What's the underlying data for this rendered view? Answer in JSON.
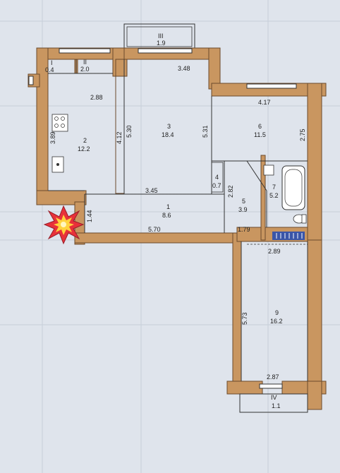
{
  "rooms": [
    {
      "id": "I",
      "area": "0.4"
    },
    {
      "id": "II",
      "area": "2.0"
    },
    {
      "id": "III",
      "area": "1.9"
    },
    {
      "id": "IV",
      "area": "1.1"
    },
    {
      "id": "1",
      "area": "8.6"
    },
    {
      "id": "2",
      "area": "12.2"
    },
    {
      "id": "3",
      "area": "18.4"
    },
    {
      "id": "4",
      "area": "0.7"
    },
    {
      "id": "5",
      "area": "3.9"
    },
    {
      "id": "6",
      "area": "11.5"
    },
    {
      "id": "7",
      "area": "5.2"
    },
    {
      "id": "9",
      "area": "16.2"
    }
  ],
  "dimensions": {
    "d_2_88": "2.88",
    "d_3_48": "3.48",
    "d_4_17": "4.17",
    "d_3_89": "3.89",
    "d_4_12": "4.12",
    "d_5_30": "5.30",
    "d_5_31": "5.31",
    "d_2_75": "2.75",
    "d_3_45": "3.45",
    "d_2_82": "2.82",
    "d_1_44": "1.44",
    "d_5_70": "5.70",
    "d_1_79": "1.79",
    "d_2_89": "2.89",
    "d_5_73": "5.73",
    "d_2_87": "2.87"
  },
  "colors": {
    "wall": "#c99660",
    "paper": "#dfe4ec",
    "radiator": "#3a55a8",
    "burst": "#e8313a"
  },
  "icons": [
    "stove-icon",
    "bathtub-icon",
    "toilet-icon",
    "sink-icon",
    "radiator-icon",
    "burst-sticker-icon"
  ]
}
